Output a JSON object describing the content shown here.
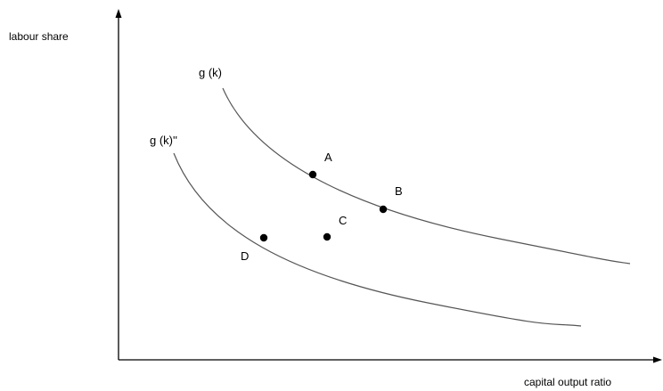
{
  "axes": {
    "y_label": "labour share",
    "x_label": "capital output ratio"
  },
  "curves": [
    {
      "label": "g (k)"
    },
    {
      "label": "g (k)''"
    }
  ],
  "points": [
    {
      "label": "A"
    },
    {
      "label": "B"
    },
    {
      "label": "C"
    },
    {
      "label": "D"
    }
  ],
  "colors": {
    "axis": "#000000",
    "curve": "#555555",
    "point": "#000000"
  }
}
